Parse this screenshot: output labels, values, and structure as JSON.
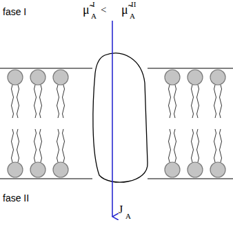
{
  "diagram": {
    "labels": [
      "fase I",
      "fase II",
      "μ̃",
      "I",
      "A",
      "<",
      "μ̃",
      "II",
      "A",
      "J",
      "A"
    ]
  }
}
